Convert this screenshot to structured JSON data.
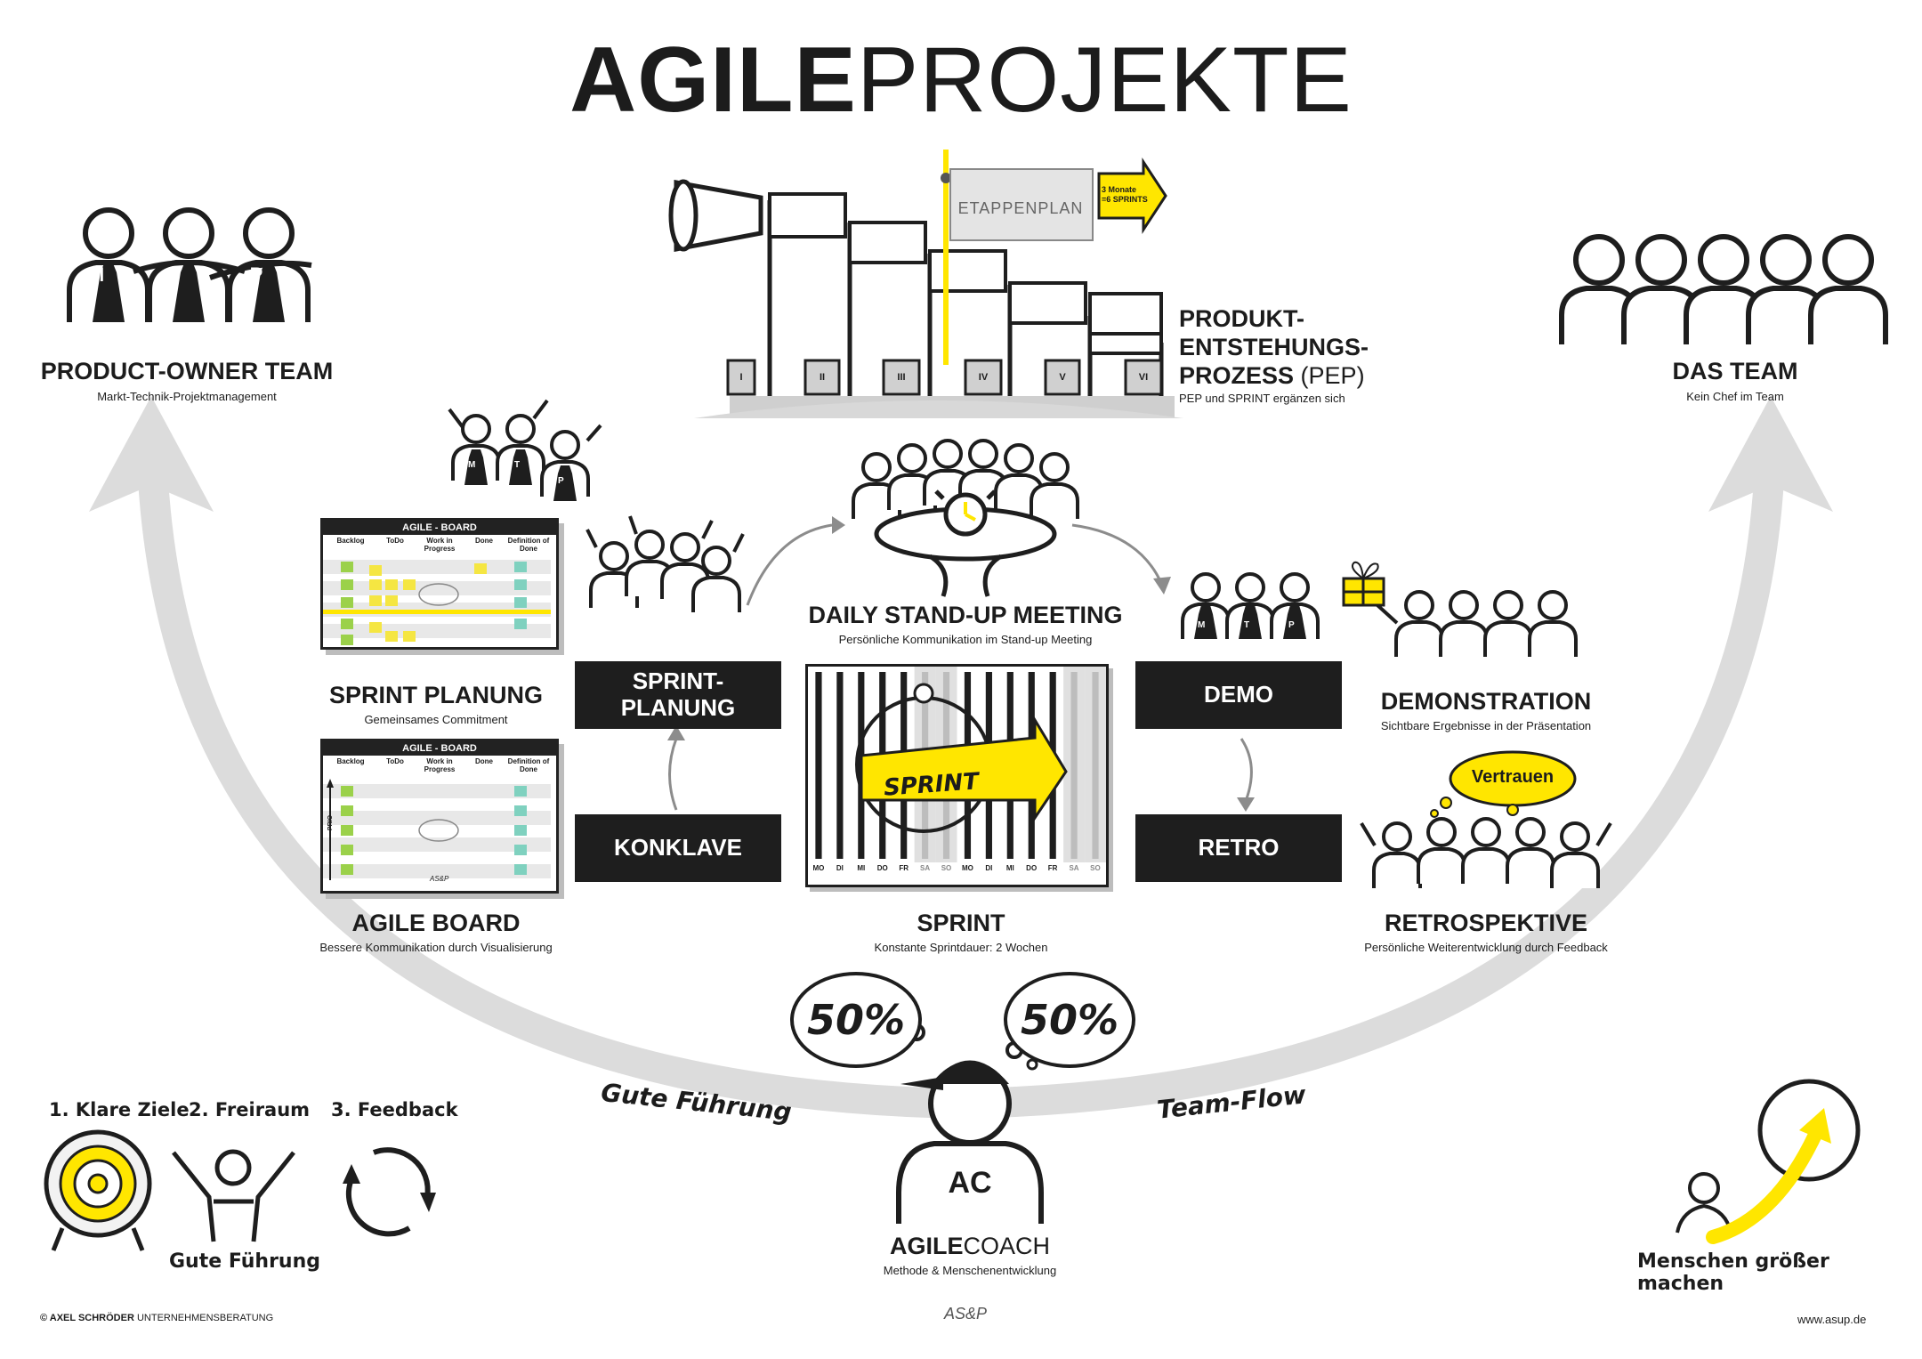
{
  "header": {
    "title_bold": "AGILE",
    "title_light": "PROJEKTE"
  },
  "po_team": {
    "title": "PRODUCT-OWNER TEAM",
    "subtitle": "Markt-Technik-Projektmanagement",
    "badges": [
      "M",
      "T",
      "P"
    ]
  },
  "das_team": {
    "title": "DAS TEAM",
    "subtitle": "Kein Chef im Team"
  },
  "pep": {
    "title_line1": "PRODUKT-",
    "title_line2": "ENTSTEHUNGS-",
    "title_line3_bold": "PROZESS",
    "title_line3_light": "(PEP)",
    "subtitle": "PEP und SPRINT ergänzen sich",
    "stages": [
      "I",
      "II",
      "III",
      "IV",
      "V",
      "VI"
    ],
    "flag_label": "ETAPPENPLAN",
    "arrow_line1": "3 Monate",
    "arrow_line2": "=6 SPRINTS"
  },
  "board": {
    "head": "AGILE - BOARD",
    "columns": [
      "Backlog",
      "ToDo",
      "Work in Progress",
      "Done",
      "Definition of Done"
    ],
    "axis": "PRIO",
    "mark": "AS&P"
  },
  "sprint_planung": {
    "title": "SPRINT PLANUNG",
    "subtitle": "Gemeinsames Commitment"
  },
  "agile_board": {
    "title": "AGILE BOARD",
    "subtitle": "Bessere Kommunikation durch Visualisierung"
  },
  "boxes": {
    "sprint_planung_line1": "SPRINT-",
    "sprint_planung_line2": "PLANUNG",
    "konklave": "KONKLAVE",
    "demo": "DEMO",
    "retro": "RETRO"
  },
  "daily": {
    "title": "DAILY STAND-UP MEETING",
    "subtitle": "Persönliche Kommunikation im Stand-up Meeting"
  },
  "sprint": {
    "title": "SPRINT",
    "subtitle": "Konstante Sprintdauer: 2 Wochen",
    "arrow_label": "SPRINT",
    "days": [
      "MO",
      "DI",
      "MI",
      "DO",
      "FR",
      "SA",
      "SO",
      "MO",
      "DI",
      "MI",
      "DO",
      "FR",
      "SA",
      "SO"
    ]
  },
  "demonstration": {
    "title": "DEMONSTRATION",
    "subtitle": "Sichtbare Ergebnisse in der Präsentation"
  },
  "retrospektive": {
    "title": "RETROSPEKTIVE",
    "subtitle": "Persönliche Weiterentwicklung durch Feedback",
    "bubble": "Vertrauen"
  },
  "flow": {
    "left": "Gute Führung",
    "right": "Team-Flow"
  },
  "coach": {
    "thought_left": "50%",
    "thought_right": "50%",
    "badge": "AC",
    "title_bold": "AGILE",
    "title_light": "COACH",
    "subtitle": "Methode & Menschenentwicklung"
  },
  "principles": {
    "items": [
      "1. Klare Ziele",
      "2. Freiraum",
      "3. Feedback"
    ],
    "caption": "Gute Führung"
  },
  "grow": {
    "caption": "Menschen größer machen"
  },
  "footer": {
    "copyright_bold": "© AXEL SCHRÖDER",
    "copyright_light": "UNTERNEHMENSBERATUNG",
    "logo": "AS&P",
    "url": "www.asup.de"
  },
  "colors": {
    "accent": "#ffe600",
    "dark": "#1e1e1e",
    "arc": "#dcdcdc",
    "sticky_green": "#9bd14a",
    "sticky_yellow": "#f5e642",
    "sticky_teal": "#7fd1bf"
  }
}
